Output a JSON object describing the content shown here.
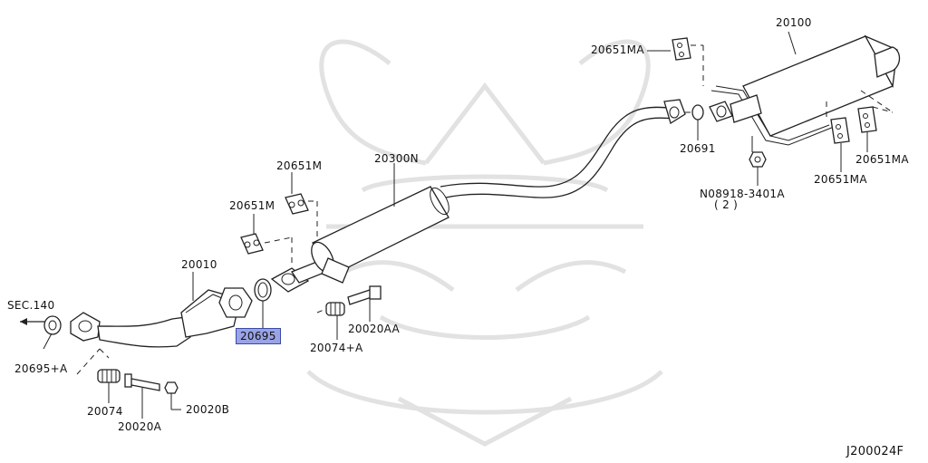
{
  "diagram_id": "J200024F",
  "labels": {
    "sec140": "SEC.140",
    "p20695a": "20695+A",
    "p20074": "20074",
    "p20020a": "20020A",
    "p20020b": "20020B",
    "p20010": "20010",
    "p20695": "20695",
    "p20651m_top": "20651M",
    "p20651m_mid": "20651M",
    "p20300n": "20300N",
    "p20074a": "20074+A",
    "p20020aa": "20020AA",
    "p20651ma_top": "20651MA",
    "p20100": "20100",
    "p20691": "20691",
    "p08918": "N08918-3401A",
    "p08918_qty": "( 2 )",
    "p20651ma_right": "20651MA",
    "p20651ma_bottom": "20651MA"
  },
  "highlighted_part": "20695",
  "colors": {
    "highlight": "#9aa3e6",
    "line": "#222222",
    "watermark": "#e2e2e2"
  }
}
